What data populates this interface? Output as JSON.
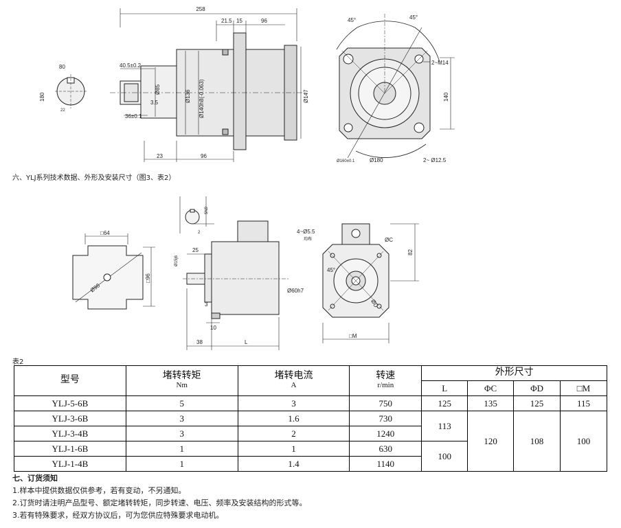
{
  "fig3_labels": {
    "overall_length": "258",
    "d21_5": "21.5",
    "d15": "15",
    "d96_top": "96",
    "d40_5": "40.5±0.2",
    "d3_5": "3.5",
    "d36": "36±0.1",
    "d23": "23",
    "d96_bottom": "96",
    "dia85": "Ø85",
    "dia136": "Ø136",
    "dia140": "Ø140h8(-0.063)",
    "dia147": "Ø147",
    "ang45_left": "45°",
    "ang45_right": "45°",
    "m14": "2~M14",
    "d140": "140",
    "hole12_5": "2~ Ø12.5",
    "dia180": "Ø180",
    "dia160": "Ø160±0.1",
    "key80": "80",
    "key180": "180",
    "key22": "22"
  },
  "section_title": "六、YLJ系列技术数据、外形及安装尺寸（图3、表2）",
  "fig4_labels": {
    "sq64": "□64",
    "sq96": "□96",
    "dia98": "Ø98",
    "dia15j6": "Ø15j6",
    "keyN9": "5N9",
    "d2": "2",
    "d25": "25",
    "d3": "3",
    "d10": "10",
    "d38": "38",
    "L": "L",
    "holes": "4~Ø5.5",
    "holes_note": "均布",
    "ang45": "45°",
    "dia60h7": "Ø60h7",
    "diaC": "ØC",
    "diaD": "ØD",
    "d82": "82",
    "sqM": "□M"
  },
  "table": {
    "label": "表2",
    "headers": {
      "model": "型号",
      "torque": "堵转转矩",
      "torque_unit": "Nm",
      "current": "堵转电流",
      "current_unit": "A",
      "speed": "转速",
      "speed_unit": "r/min",
      "dims": "外形尺寸",
      "L": "L",
      "C": "ΦC",
      "D": "ΦD",
      "M": "□M"
    },
    "rows": [
      {
        "model": "YLJ-5-6B",
        "torque": "5",
        "current": "3",
        "speed": "750"
      },
      {
        "model": "YLJ-3-6B",
        "torque": "3",
        "current": "1.6",
        "speed": "730"
      },
      {
        "model": "YLJ-3-4B",
        "torque": "3",
        "current": "2",
        "speed": "1240"
      },
      {
        "model": "YLJ-1-6B",
        "torque": "1",
        "current": "1",
        "speed": "630"
      },
      {
        "model": "YLJ-1-4B",
        "torque": "1",
        "current": "1.4",
        "speed": "1140"
      }
    ],
    "dims_row1": {
      "L": "125",
      "C": "135",
      "D": "125",
      "M": "115"
    },
    "L_group_a": "113",
    "L_group_b": "100",
    "C_group": "120",
    "D_group": "108",
    "M_group": "100"
  },
  "notes": {
    "heading": "七、订货须知",
    "items": [
      "1.样本中提供数据仅供参考，若有变动，不另通知。",
      "2.订货时请注明产品型号、额定堵转转矩，同步转速、电压、频率及安装结构的形式等。",
      "3.若有特殊要求，经双方协议后，可为您供应特殊要求电动机。"
    ]
  }
}
